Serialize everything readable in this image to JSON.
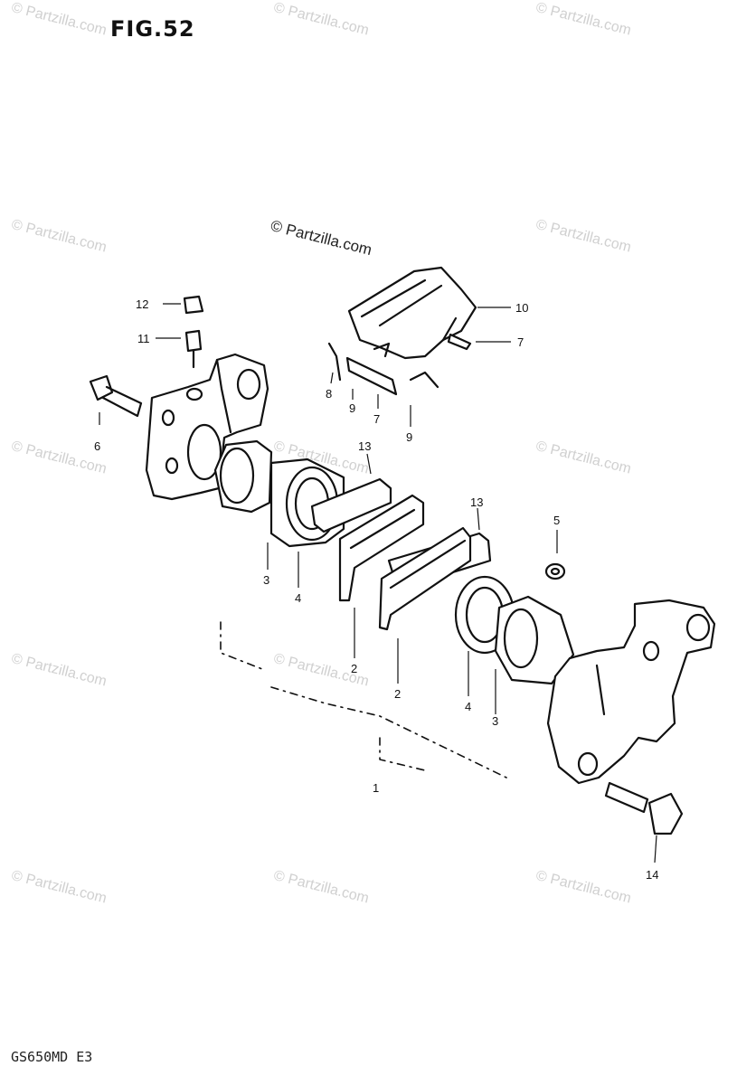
{
  "figure": {
    "title": "FIG.52",
    "model_code": "GS650MD E3",
    "copyright": "© Partzilla.com"
  },
  "watermark": {
    "text": "© Partzilla.com"
  },
  "callouts": [
    {
      "id": "c1",
      "label": "1"
    },
    {
      "id": "c2a",
      "label": "2"
    },
    {
      "id": "c2b",
      "label": "2"
    },
    {
      "id": "c3a",
      "label": "3"
    },
    {
      "id": "c3b",
      "label": "3"
    },
    {
      "id": "c4a",
      "label": "4"
    },
    {
      "id": "c4b",
      "label": "4"
    },
    {
      "id": "c5",
      "label": "5"
    },
    {
      "id": "c6",
      "label": "6"
    },
    {
      "id": "c7a",
      "label": "7"
    },
    {
      "id": "c7b",
      "label": "7"
    },
    {
      "id": "c8",
      "label": "8"
    },
    {
      "id": "c9a",
      "label": "9"
    },
    {
      "id": "c9b",
      "label": "9"
    },
    {
      "id": "c10",
      "label": "10"
    },
    {
      "id": "c11",
      "label": "11"
    },
    {
      "id": "c12",
      "label": "12"
    },
    {
      "id": "c13a",
      "label": "13"
    },
    {
      "id": "c13b",
      "label": "13"
    },
    {
      "id": "c14",
      "label": "14"
    }
  ]
}
